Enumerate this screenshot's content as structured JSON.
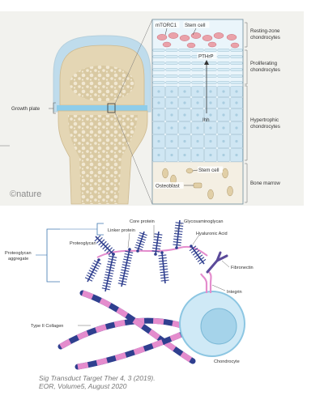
{
  "top_panel": {
    "growth_plate_label": "Growth plate",
    "brand": "©nature",
    "inset": {
      "mtorc1": "mTORC1",
      "stem_cell_top": "Stem cell",
      "pthrp": "PTHrP",
      "ihh": "Ihh",
      "stem_cell_bottom": "Stem cell",
      "osteoblast": "Osteoblast"
    },
    "zones": {
      "resting_1": "Resting-zone",
      "resting_2": "chondrocytes",
      "proliferating_1": "Proliferating",
      "proliferating_2": "chondrocytes",
      "hypertrophic_1": "Hypertrophic",
      "hypertrophic_2": "chondrocytes",
      "bone_marrow": "Bone marrow"
    }
  },
  "bottom_panel": {
    "core_protein": "Core protein",
    "glycosaminoglycan": "Glycosaminoglycan",
    "linker_protein": "Linker protein",
    "proteoglycan": "Proteoglycan",
    "hyaluronic_acid": "Hyaluronic Acid",
    "aggregate_1": "Proteoglycan",
    "aggregate_2": "aggregate",
    "fibronectin": "Fibronectin",
    "integrin": "Integrin",
    "collagen": "Type II Collagen",
    "chondrocyte": "Chondrocyte"
  },
  "citation": {
    "line1": "Sig Transduct Target Ther 4, 3 (2019).",
    "line2": "EOR, Volume5, August 2020"
  },
  "colors": {
    "top_bg": "#f2f2ee",
    "cartilage_blue": "#bfdcec",
    "bone_tan": "#e4d6b4",
    "proteoglycan_navy": "#2f3f8f",
    "hyaluronic_pink": "#e48ccd",
    "fibronectin_purple": "#5b4a9a",
    "chondrocyte_fill": "#cfe9f6"
  }
}
